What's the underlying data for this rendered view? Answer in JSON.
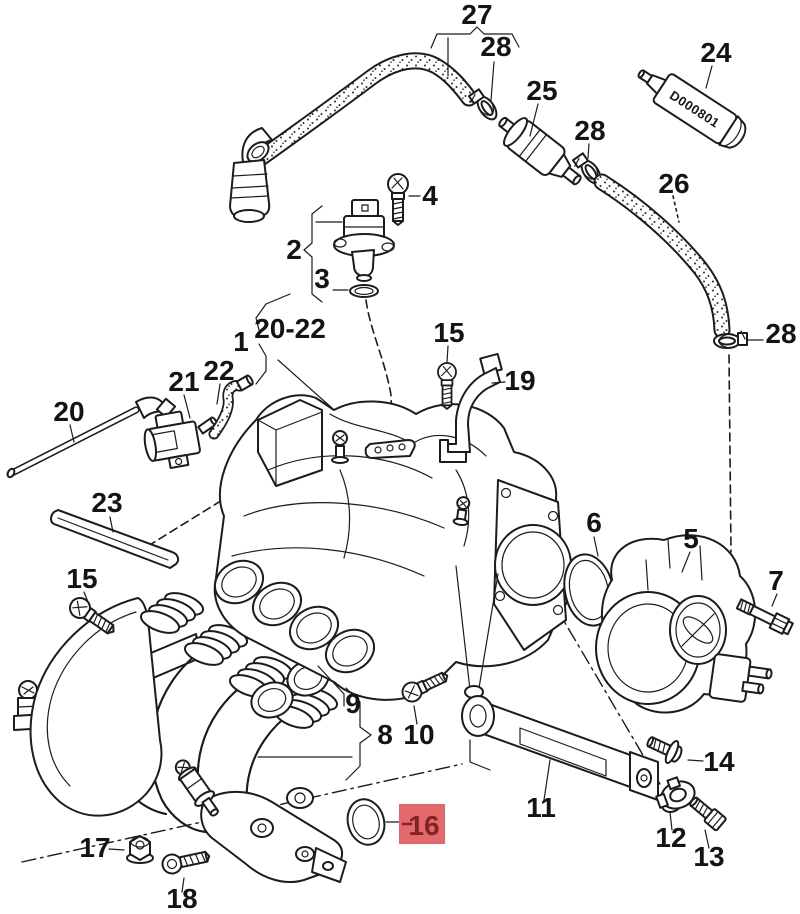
{
  "diagram": {
    "type": "exploded-parts-diagram",
    "subject": "intake-manifold-assembly",
    "background_color": "#ffffff",
    "line_color": "#1c1c1c",
    "highlight_box_color": "#e5696b",
    "highlight_text_color": "#7d2427",
    "tube_code": "D000801",
    "highlighted_part": "16",
    "labels": [
      {
        "part": "27",
        "text": "27"
      },
      {
        "part": "28",
        "text": "28"
      },
      {
        "part": "25",
        "text": "25"
      },
      {
        "part": "24",
        "text": "24"
      },
      {
        "part": "28",
        "text": "28"
      },
      {
        "part": "26",
        "text": "26"
      },
      {
        "part": "28",
        "text": "28"
      },
      {
        "part": "4",
        "text": "4"
      },
      {
        "part": "2",
        "text": "2"
      },
      {
        "part": "3",
        "text": "3"
      },
      {
        "part": "1",
        "text": "1"
      },
      {
        "part": "20-22",
        "text": "20-22"
      },
      {
        "part": "15",
        "text": "15"
      },
      {
        "part": "19",
        "text": "19"
      },
      {
        "part": "20",
        "text": "20"
      },
      {
        "part": "21",
        "text": "21"
      },
      {
        "part": "22",
        "text": "22"
      },
      {
        "part": "23",
        "text": "23"
      },
      {
        "part": "6",
        "text": "6"
      },
      {
        "part": "5",
        "text": "5"
      },
      {
        "part": "7",
        "text": "7"
      },
      {
        "part": "15",
        "text": "15"
      },
      {
        "part": "9",
        "text": "9"
      },
      {
        "part": "8",
        "text": "8"
      },
      {
        "part": "10",
        "text": "10"
      },
      {
        "part": "11",
        "text": "11"
      },
      {
        "part": "14",
        "text": "14"
      },
      {
        "part": "12",
        "text": "12"
      },
      {
        "part": "13",
        "text": "13"
      },
      {
        "part": "17",
        "text": "17"
      },
      {
        "part": "18",
        "text": "18"
      },
      {
        "part": "16",
        "text": "16",
        "highlighted": true
      }
    ]
  }
}
